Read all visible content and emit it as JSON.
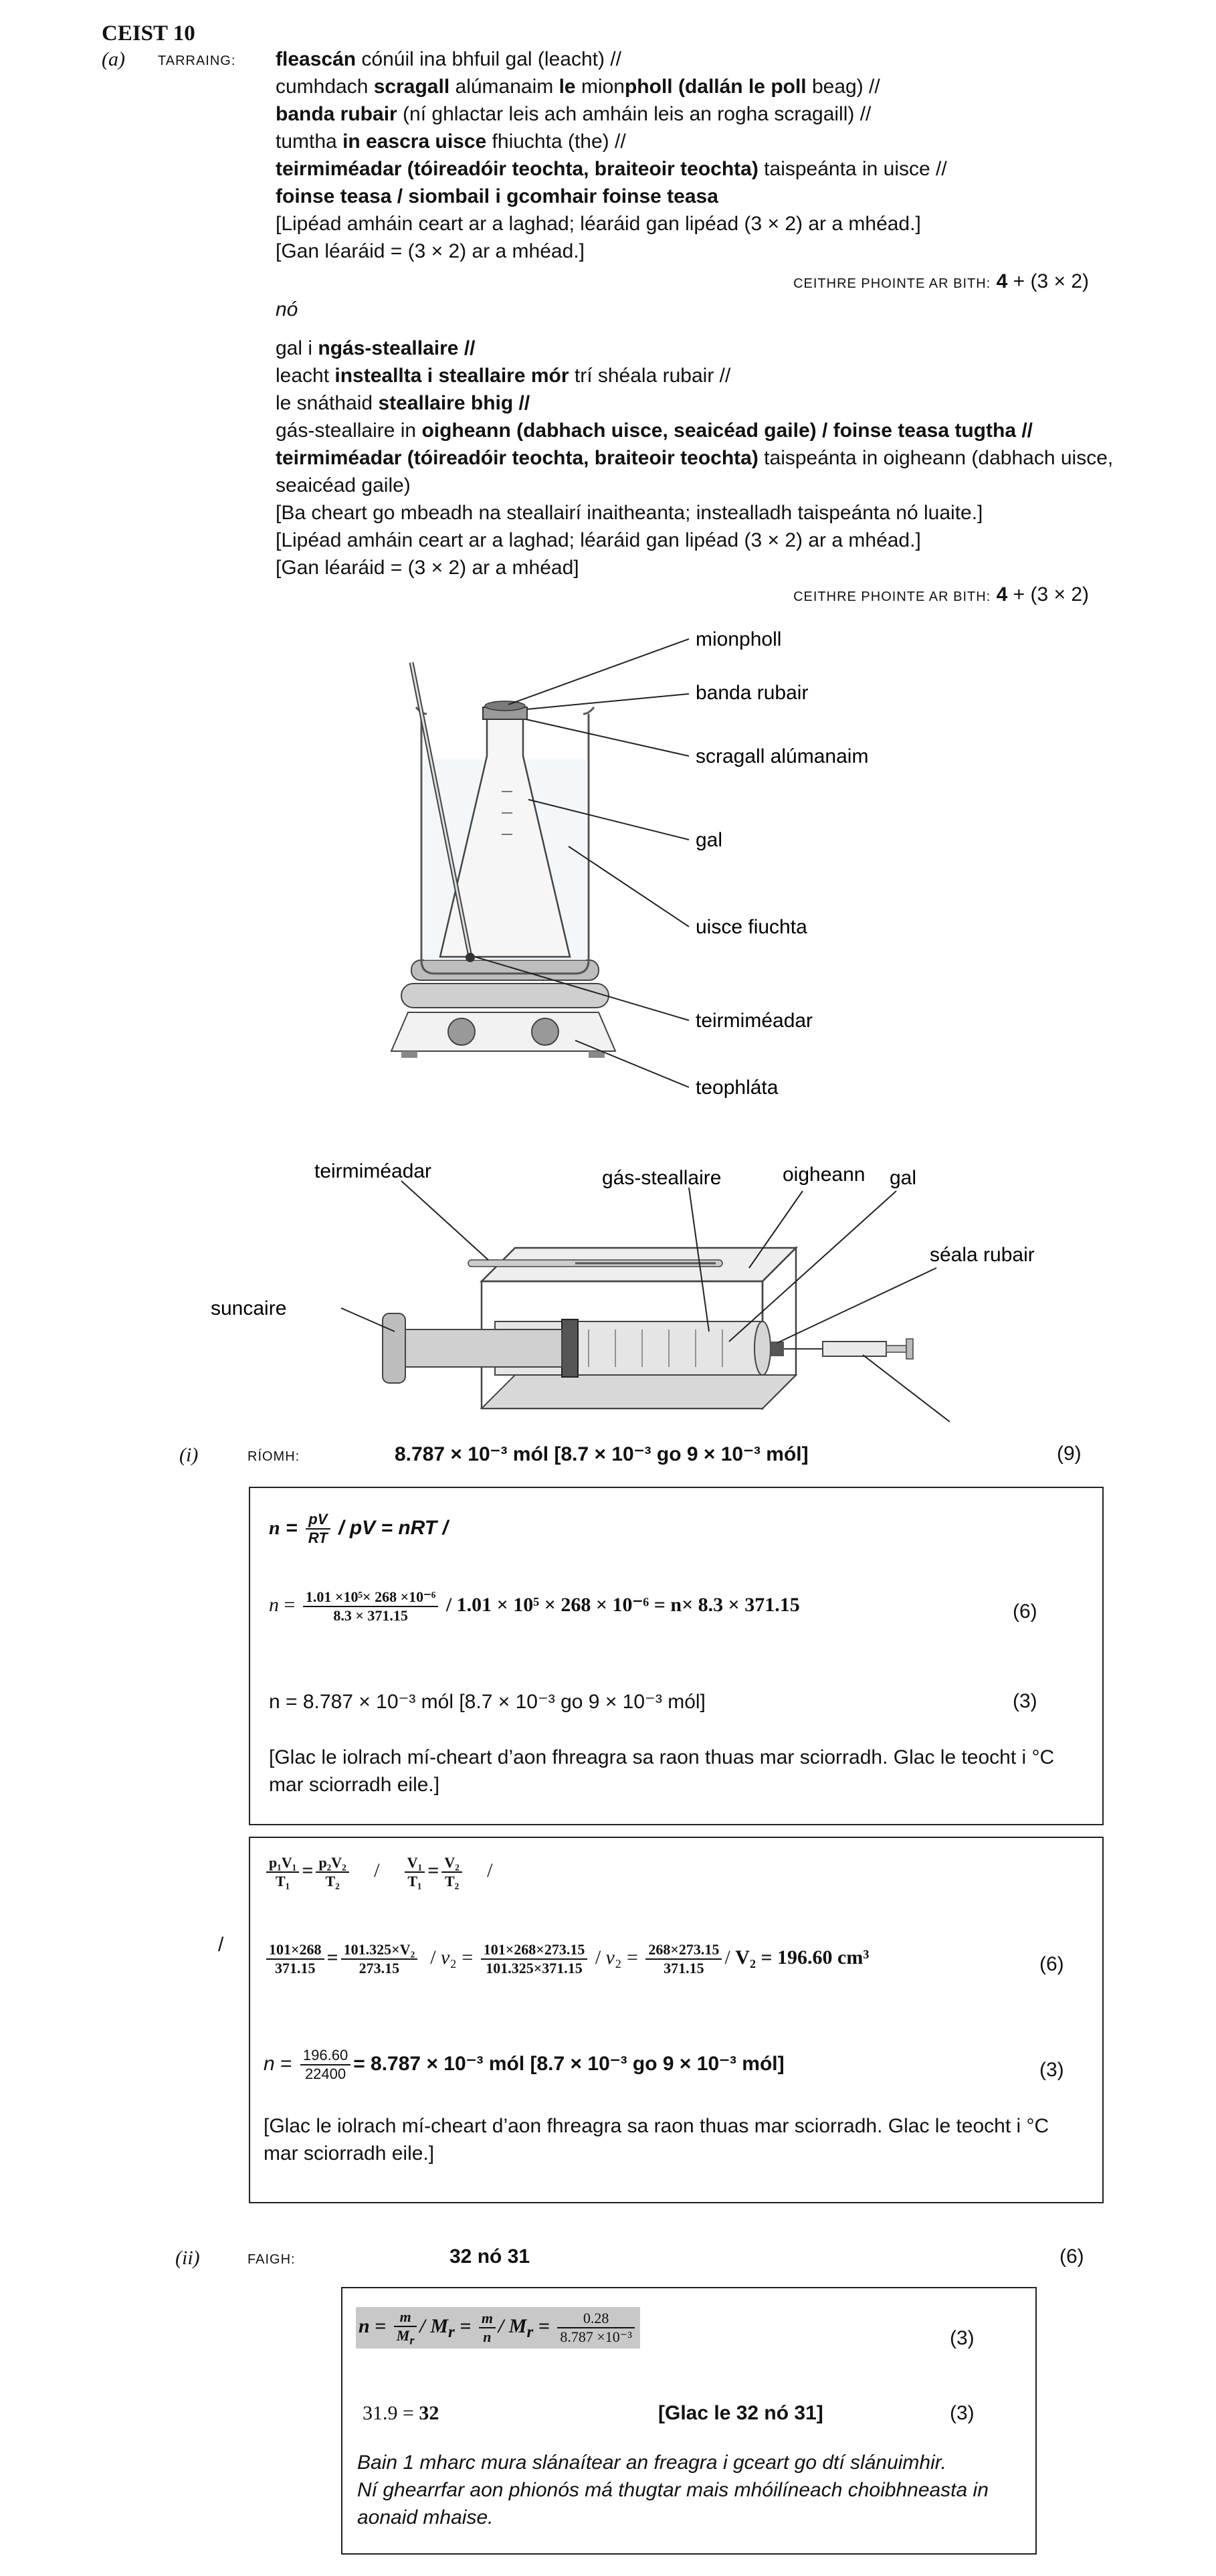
{
  "header": {
    "question": "CEIST 10",
    "part_a": "(a)",
    "tarraing": "TARRAING:"
  },
  "method1": {
    "line1_bold": "fleascán",
    "line1_rest": " cónúil ina bhfuil gal (leacht) //",
    "line2_a": "cumhdach ",
    "line2_b": "scragall",
    "line2_c": " alúmanaim ",
    "line2_d": "le",
    "line2_e": " mion",
    "line2_f": "pholl (dallán le poll",
    "line2_g": " beag) //",
    "line3_a": "banda rubair",
    "line3_b": " (ní ghlactar leis ach amháin leis an rogha scragaill) //",
    "line4_a": "tumtha ",
    "line4_b": "in eascra uisce",
    "line4_c": " fhiuchta (the) //",
    "line5_a": "teirmiméadar (tóireadóir teochta, braiteoir teochta)",
    "line5_b": " taispeánta in uisce //",
    "line6": "foinse teasa / siombail i gcomhair foinse teasa",
    "line7": "[Lipéad amháin ceart ar a laghad; léaráid gan lipéad (3 × 2) ar a mhéad.]",
    "line8": "[Gan léaráid = (3 × 2) ar a mhéad.]",
    "marks_label": "CEITHRE PHOINTE AR BITH:",
    "marks_bold": "4",
    "marks_rest": " + (3 × 2)"
  },
  "or_text": "nó",
  "method2": {
    "line1_a": "gal i ",
    "line1_b": "ngás-steallaire //",
    "line2_a": "leacht ",
    "line2_b": "insteallta i steallaire mór",
    "line2_c": " trí shéala rubair //",
    "line3_a": "le snáthaid ",
    "line3_b": "steallaire bhig //",
    "line4_a": "gás-steallaire in ",
    "line4_b": "oigheann (dabhach uisce, seaicéad gaile) / foinse teasa tugtha //",
    "line5_a": "teirmiméadar (tóireadóir teochta, braiteoir teochta)",
    "line5_b": " taispeánta in oigheann (dabhach uisce,",
    "line6": "seaicéad gaile)",
    "line7": "[Ba cheart go mbeadh na steallairí inaitheanta; instealladh taispeánta nó luaite.]",
    "line8": "[Lipéad amháin ceart ar a laghad; léaráid gan lipéad (3 × 2) ar a mhéad.]",
    "line9": "[Gan léaráid = (3 × 2) ar a mhéad]",
    "marks_label": "CEITHRE PHOINTE AR BITH:",
    "marks_bold": "4",
    "marks_rest": " + (3 × 2)"
  },
  "diagram1": {
    "labels": [
      "mionpholl",
      "banda rubair",
      "scragall alúmanaim",
      "gal",
      "uisce fiuchta",
      "teirmiméadar",
      "teophláta"
    ]
  },
  "diagram2": {
    "labels": [
      "teirmiméadar",
      "gás-steallaire",
      "oigheann",
      "gal",
      "séala rubair",
      "suncaire"
    ]
  },
  "part_i": {
    "num": "(i)",
    "label": "RÍOMH:",
    "answer": "8.787 × 10⁻³ mól [8.7 × 10⁻³ go 9 × 10⁻³ mól]",
    "marks": "(9)"
  },
  "box1": {
    "formula_tail": " / pV = nRT /",
    "calc_num": "1.01 ×10⁵× 268 ×10⁻⁶",
    "calc_den": "8.3 × 371.15",
    "calc_alt": " / 1.01 × 10⁵ × 268 × 10⁻⁶ = n× 8.3 × 371.15",
    "calc_marks": "(6)",
    "result": "n = 8.787 × 10⁻³ mól [8.7 × 10⁻³ go 9 × 10⁻³ mól]",
    "result_marks": "(3)",
    "note": "[Glac le iolrach mí-cheart d’aon fhreagra sa raon thuas mar sciorradh.  Glac le teocht i °C mar sciorradh eile.]"
  },
  "slash": "/",
  "box2": {
    "f1_num": "p₁V₁",
    "f1_den": "T₁",
    "f1_num2": "p₂V₂",
    "f1_den2": "T₂",
    "f2_num": "V₁",
    "f2_den": "T₁",
    "f2_num2": "V₂",
    "f2_den2": "T₂",
    "c1_num": "101×268",
    "c1_den": "371.15",
    "c1_num2": "101.325×V₂",
    "c1_den2": "273.15",
    "c2_num": "101×268×273.15",
    "c2_den": "101.325×371.15",
    "c3_num": "268×273.15",
    "c3_den": "371.15",
    "v2_result": "V₂ = 196.60 cm³",
    "calc_marks": "(6)",
    "n_num": "196.60",
    "n_den": "22400",
    "n_result": "= 8.787 × 10⁻³ mól [8.7 × 10⁻³ go 9 × 10⁻³ mól]",
    "result_marks": "(3)",
    "note": "[Glac le iolrach mí-cheart d’aon fhreagra sa raon thuas mar sciorradh.  Glac le teocht i °C mar sciorradh eile.]"
  },
  "part_ii": {
    "num": "(ii)",
    "label": "FAIGH:",
    "answer": "32 nó 31",
    "marks": "(6)"
  },
  "box3": {
    "frac_num": "0.28",
    "frac_den": "8.787 ×10⁻³",
    "marks1": "(3)",
    "result_a": "31.9 = ",
    "result_b": "32",
    "accept": "[Glac le 32 nó 31]",
    "marks2": "(3)",
    "note1": "Bain 1 mharc mura slánaítear an freagra i gceart go dtí slánuimhir.",
    "note2": "Ní ghearrfar aon phionós má thugtar mais mhóilíneach choibhneasta in aonaid mhaise."
  }
}
